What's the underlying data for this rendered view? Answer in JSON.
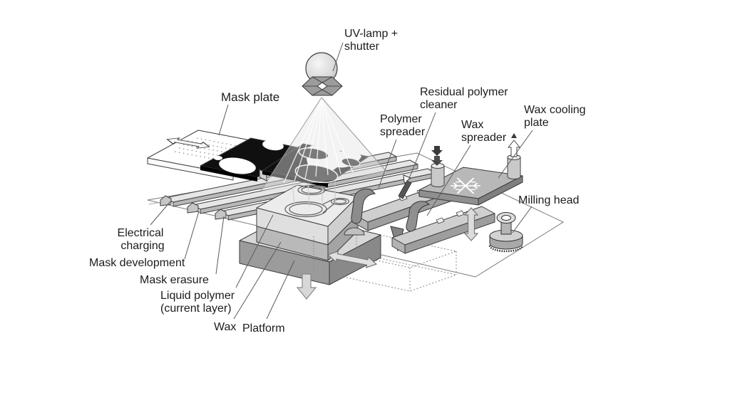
{
  "figure": {
    "description": "Solid ground curing rapid-prototyping process diagram",
    "background": "#ffffff"
  },
  "palette": {
    "outline": "#3d3d3d",
    "leader_line": "#5a5a5a",
    "label_text": "#1c1c1c",
    "mask_black": "#101010",
    "block_top": "#ececec",
    "polymer_band": "#dfdfdf",
    "wax_band": "#b9b9b9",
    "platform_face": "#9b9b9b",
    "arrow_fill": "#dcdcdc"
  },
  "icons": {
    "snowflake": "❄",
    "slide_arrow": "left-right block arrow",
    "uv_rays": "light cone"
  },
  "labels": {
    "uv_lamp": {
      "line1": "UV-lamp +",
      "line2": "shutter"
    },
    "mask_plate": {
      "text": "Mask plate"
    },
    "residual_cleaner": {
      "line1": "Residual polymer",
      "line2": "cleaner"
    },
    "polymer_spreader": {
      "line1": "Polymer",
      "line2": "spreader"
    },
    "wax_spreader": {
      "line1": "Wax",
      "line2": "spreader"
    },
    "wax_cooling_plate": {
      "line1": "Wax cooling",
      "line2": "plate"
    },
    "milling_head": {
      "text": "Milling head"
    },
    "electrical_charging": {
      "line1": "Electrical",
      "line2": "charging"
    },
    "mask_development": {
      "text": "Mask development"
    },
    "mask_erasure": {
      "text": "Mask erasure"
    },
    "liquid_polymer": {
      "line1": "Liquid polymer",
      "line2": "(current layer)"
    },
    "wax": {
      "text": "Wax"
    },
    "platform": {
      "text": "Platform"
    }
  }
}
